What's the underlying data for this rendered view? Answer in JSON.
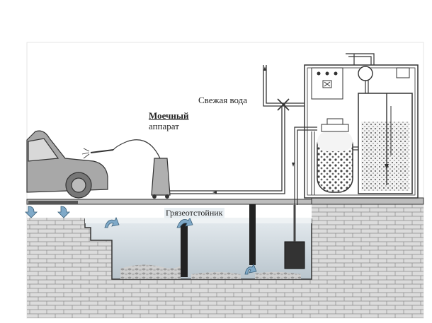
{
  "labels": {
    "fresh_water": "Свежая вода",
    "washer_line1": "Моечный",
    "washer_line2": "аппарат",
    "sump": "Грязеотстойник"
  },
  "colors": {
    "outline": "#3a3a3a",
    "brick": "#d9d9d9",
    "water": "#c9d3da",
    "car": "#a8a8a8",
    "flow_arrow": "#7fa9c8"
  }
}
